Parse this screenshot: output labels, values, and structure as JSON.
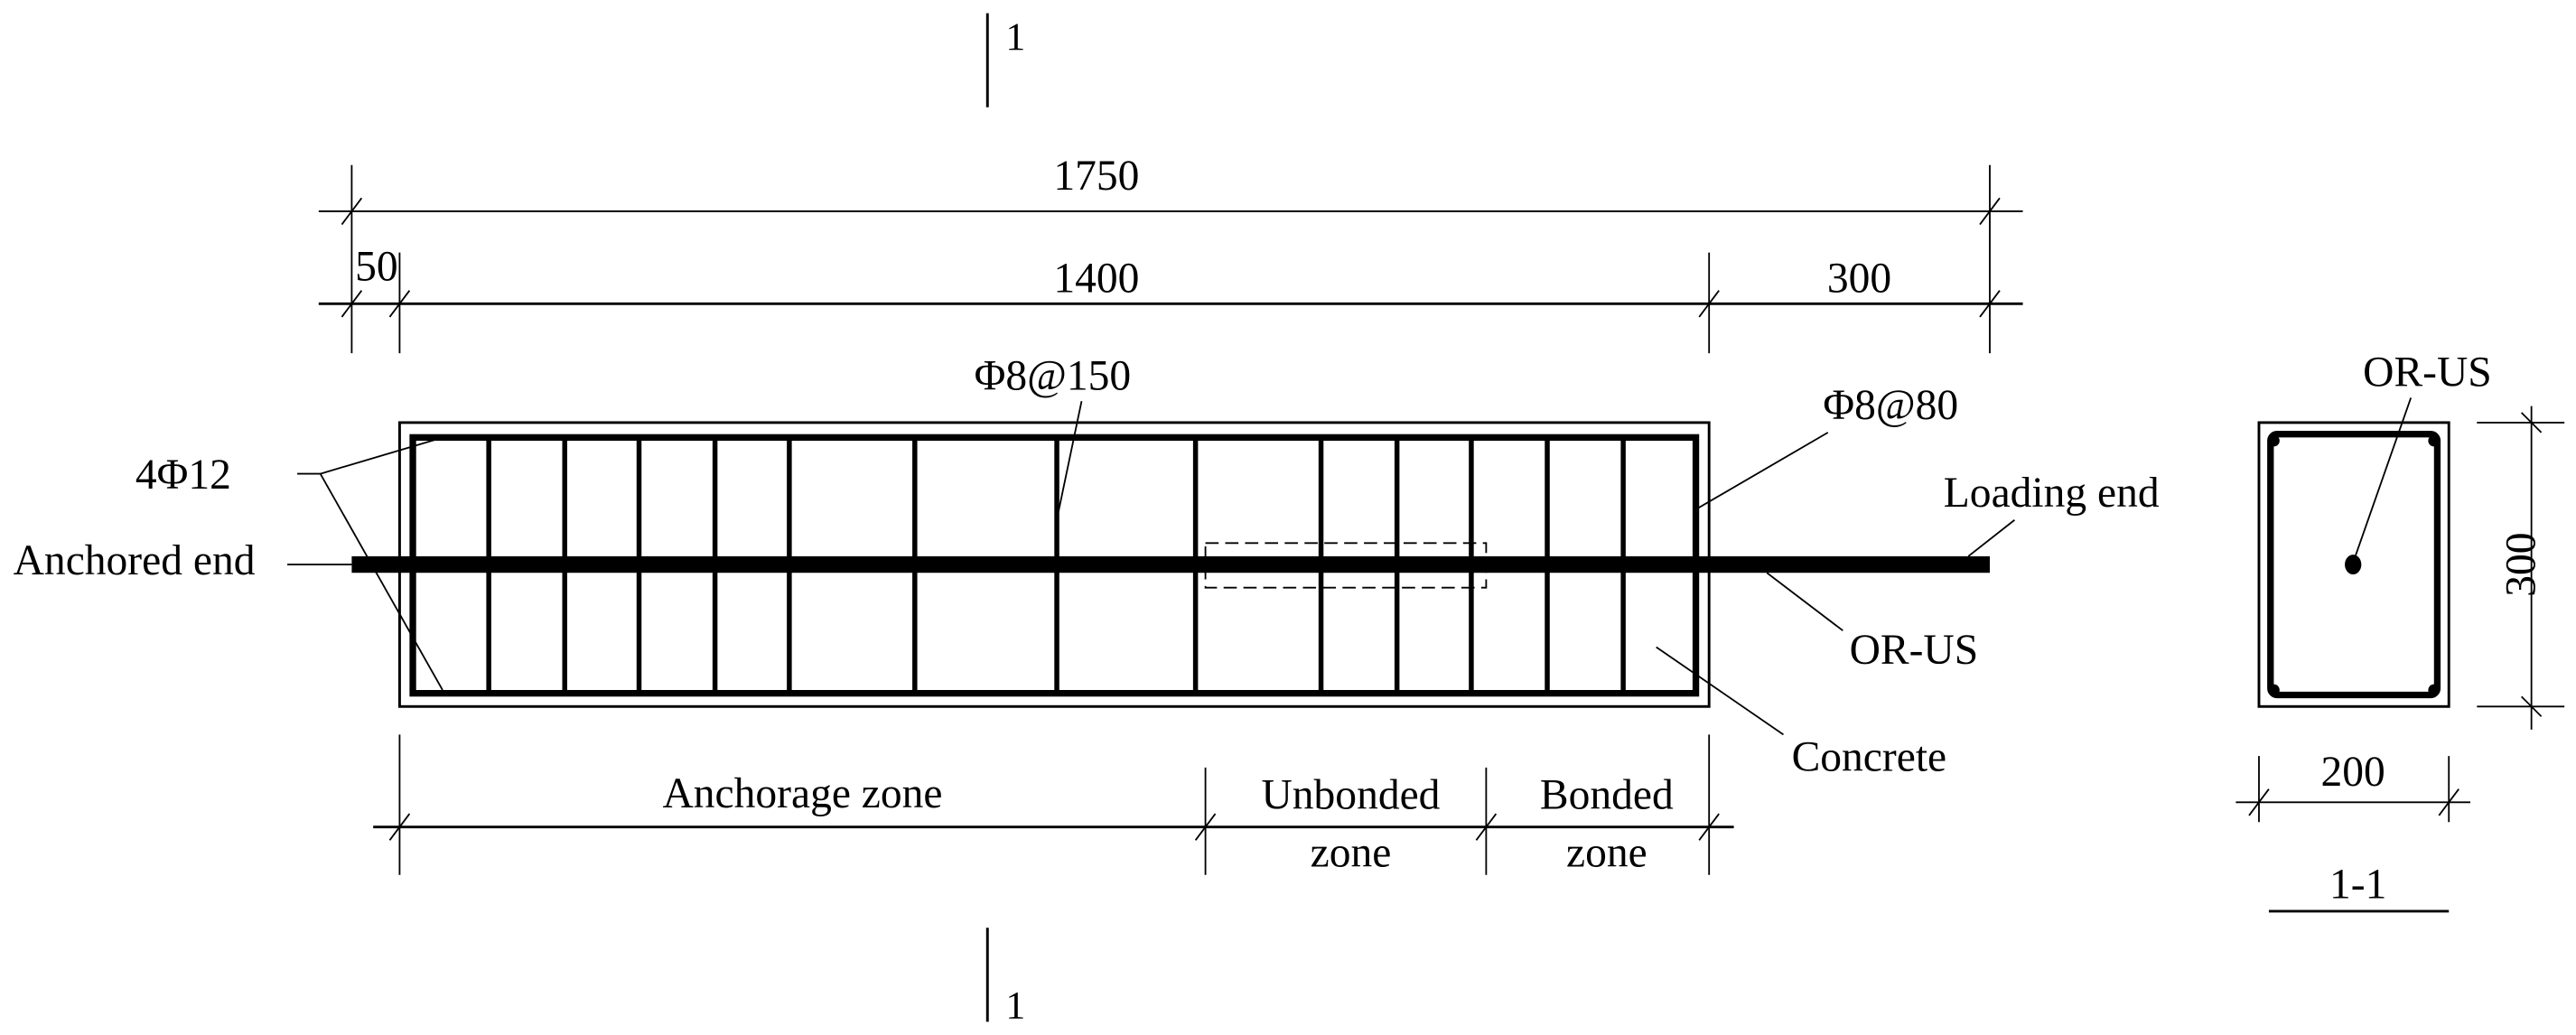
{
  "diagram": {
    "colors": {
      "ink": "#000000",
      "background": "#ffffff"
    },
    "section_marks": {
      "top_label": "1",
      "bottom_label": "1"
    },
    "dimensions": {
      "overall": "1750",
      "left_cover": "50",
      "embedded": "1400",
      "free_length": "300",
      "section_height": "300",
      "section_width": "200"
    },
    "rebar_labels": {
      "longitudinal": {
        "count": "4",
        "symbol": "Φ",
        "diameter": "12",
        "text": "4Φ12"
      },
      "stirrup_sparse": {
        "symbol": "Φ",
        "spec": "8@150",
        "text": "Φ8@150"
      },
      "stirrup_dense": {
        "symbol": "Φ",
        "spec": "8@80",
        "text": "Φ8@80"
      }
    },
    "callouts": {
      "anchored_end": "Anchored end",
      "loading_end": "Loading end",
      "bar_name": "OR-US",
      "concrete": "Concrete",
      "section_bar_name": "OR-US"
    },
    "zones": [
      {
        "line1": "Anchorage zone",
        "line2": ""
      },
      {
        "line1": "Unbonded",
        "line2": "zone"
      },
      {
        "line1": "Bonded",
        "line2": "zone"
      }
    ],
    "section_title": "1-1",
    "stirrup_x_positions": [
      250,
      296,
      342,
      387,
      433,
      478,
      554,
      640,
      724,
      800,
      846,
      891,
      937,
      983,
      1027
    ]
  }
}
